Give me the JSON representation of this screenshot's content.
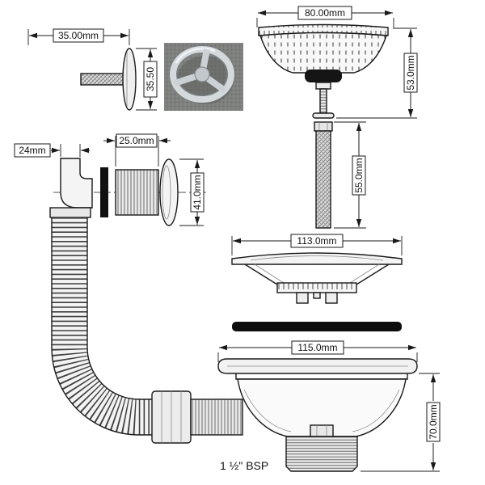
{
  "diagram": {
    "title": "Sink basket strainer waste with overflow - dimensioned drawing",
    "background": "#ffffff",
    "line_color": "#1a1a1a",
    "gasket_color": "#0d0d0d",
    "labels": {
      "plug_length": "35.00mm",
      "plug_diameter": "35.50",
      "basket_diameter": "80.00mm",
      "basket_height": "53.0mm",
      "screw_length": "55.0mm",
      "overflow_elbow_diameter": "24mm",
      "overflow_thread_diameter": "25.0mm",
      "overflow_flange_diameter": "41.0mm",
      "flange_diameter": "113.0mm",
      "body_diameter": "115.0mm",
      "body_height": "70.0mm",
      "thread_size": "1 ½\" BSP"
    },
    "parts": [
      "plug-side-view",
      "wheel-photo",
      "strainer-basket",
      "retaining-screw",
      "overflow-elbow",
      "overflow-gasket",
      "overflow-thread-tube",
      "overflow-flange",
      "flexible-hose",
      "hose-nut",
      "hose-tail-thread",
      "sink-flange",
      "rubber-gasket",
      "waste-body"
    ]
  }
}
